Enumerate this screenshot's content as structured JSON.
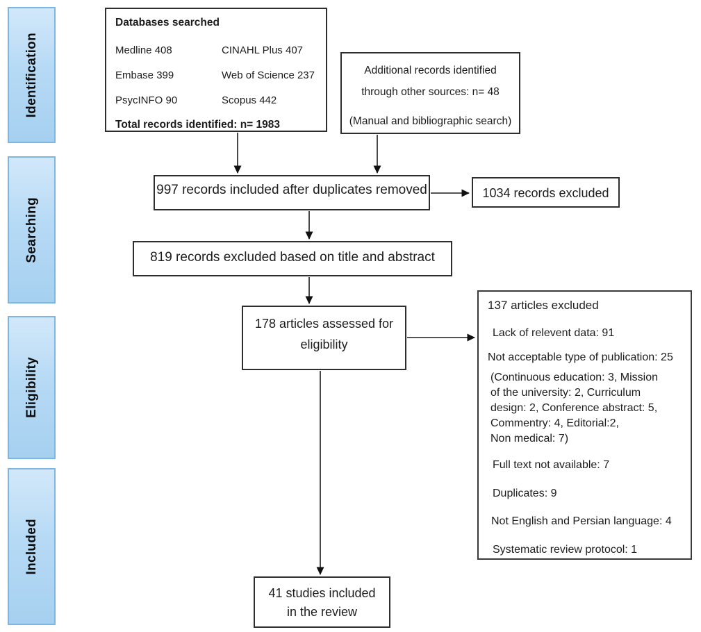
{
  "palette": {
    "stage_fill_top": "#d2e8fa",
    "stage_fill_bottom": "#a6d0f0",
    "stage_border": "#7cb6e4",
    "box_border": "#2e2e2e",
    "arrow": "#1b1b1b"
  },
  "sidebar": {
    "stages": [
      {
        "label": "Identification"
      },
      {
        "label": "Searching"
      },
      {
        "label": "Eligibility"
      },
      {
        "label": "Included"
      }
    ]
  },
  "boxes": {
    "databases": {
      "title": "Databases searched",
      "rows": [
        [
          "Medline 408",
          "CINAHL Plus 407"
        ],
        [
          "Embase 399",
          "Web of Science 237"
        ],
        [
          "PsycINFO 90",
          "Scopus 442"
        ]
      ],
      "total": "Total records identified: n= 1983"
    },
    "additional": {
      "line1": "Additional records identified",
      "line2": "through other sources: n= 48",
      "line3": "(Manual and bibliographic search)"
    },
    "dedup": {
      "text": "997 records included after duplicates removed"
    },
    "excluded_records": {
      "text": "1034 records excluded"
    },
    "title_abstract": {
      "text": "819 records excluded based on title and abstract"
    },
    "assessed": {
      "line1": "178 articles assessed for",
      "line2": "eligibility"
    },
    "excluded_articles": {
      "title": "137 articles excluded",
      "reason1": "Lack of relevent data: 91",
      "reason2": "Not acceptable type of publication: 25",
      "reason2_detail": "(Continuous education: 3, Mission\nof the university: 2, Curriculum\ndesign: 2, Conference abstract: 5,\nCommentry: 4, Editorial:2,\nNon medical: 7)",
      "reason3": "Full text not available: 7",
      "reason4": "Duplicates: 9",
      "reason5": "Not English and Persian language: 4",
      "reason6": "Systematic review protocol: 1"
    },
    "included_studies": {
      "line1": "41 studies included",
      "line2": "in the review"
    }
  }
}
